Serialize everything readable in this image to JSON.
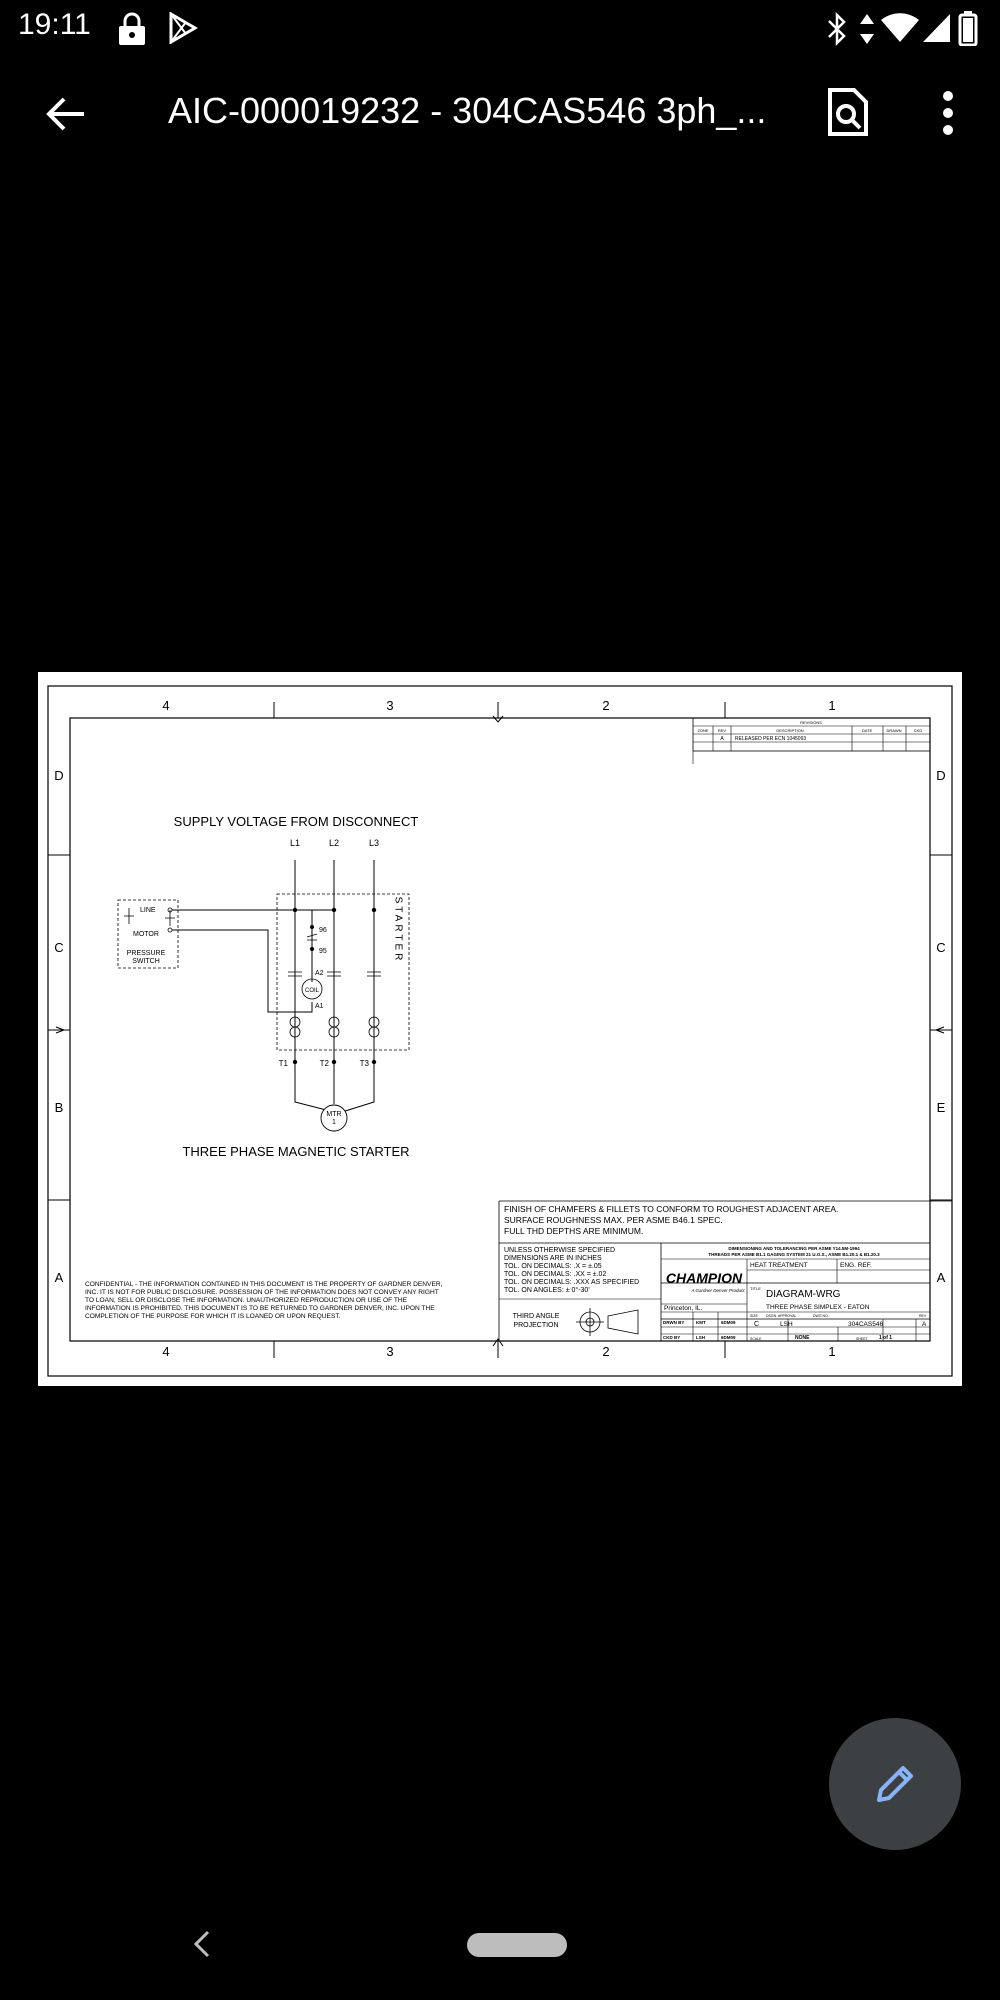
{
  "status_bar": {
    "time": "19:11",
    "icons": [
      "lock-icon",
      "play-store-icon",
      "bluetooth-icon",
      "data-arrows-icon",
      "wifi-icon",
      "cell-signal-icon",
      "battery-icon"
    ]
  },
  "app_bar": {
    "title": "AIC-000019232 - 304CAS546 3ph_...",
    "back_icon": "arrow-back-icon",
    "search_icon": "find-in-page-icon",
    "menu_icon": "more-vert-icon"
  },
  "drawing": {
    "zones_top": [
      "4",
      "3",
      "2",
      "1"
    ],
    "zones_bottom": [
      "4",
      "3",
      "2",
      "1"
    ],
    "rows_left": [
      "D",
      "C",
      "B",
      "A"
    ],
    "rows_right": [
      "D",
      "C",
      "E",
      "A"
    ],
    "revisions": {
      "header": "REVISIONS",
      "columns": [
        "ZONE",
        "REV",
        "DESCRIPTION",
        "DATE",
        "DRAWN",
        "CKD"
      ],
      "row_rev": "A",
      "row_desc": "RELEASED PER ECN 1045093"
    },
    "supply_label": "SUPPLY VOLTAGE FROM DISCONNECT",
    "lines": [
      "L1",
      "L2",
      "L3"
    ],
    "pressure_switch": {
      "line": "LINE",
      "motor": "MOTOR",
      "label1": "PRESSURE",
      "label2": "SWITCH"
    },
    "contacts": {
      "c96": "96",
      "c95": "95",
      "a2": "A2",
      "coil": "COIL",
      "a1": "A1"
    },
    "starter_label": "STARTER",
    "terminals": [
      "T1",
      "T2",
      "T3"
    ],
    "motor": {
      "l1": "MTR",
      "l2": "1"
    },
    "starter_title": "THREE PHASE MAGNETIC STARTER",
    "notes": [
      "FINISH OF CHAMFERS & FILLETS TO CONFORM TO ROUGHEST ADJACENT AREA.",
      "SURFACE ROUGHNESS MAX. PER ASME B46.1 SPEC.",
      "FULL THD DEPTHS ARE MINIMUM."
    ],
    "tolerances": [
      "UNLESS OTHERWISE SPECIFIED",
      "DIMENSIONS ARE IN INCHES",
      "TOL. ON DECIMALS: .X = ±.05",
      "TOL. ON DECIMALS: .XX = ±.02",
      "TOL. ON DECIMALS: .XXX AS SPECIFIED",
      "TOL. ON ANGLES: ± 0°-30'"
    ],
    "projection": [
      "THIRD ANGLE",
      "PROJECTION"
    ],
    "dim_note": [
      "DIMENSIONING AND TOLERANCING PER ASME Y14.5M-1994",
      "THREADS PER ASME B1.1 GAGING SYSTEM 21 U.O.S., ASME B1.20.1 & B1.20.3"
    ],
    "brand": "CHAMPION",
    "brand_sub": "A Gardner Denver Product",
    "location": "Princeton, IL.",
    "heat_treatment": "HEAT TREATMENT",
    "eng_ref": "ENG. REF.",
    "title_label": "TITLE",
    "dwg_title": "DIAGRAM-WRG",
    "dwg_subtitle": "THREE PHASE SIMPLEX - EATON",
    "drwn_by": "DRWN BY",
    "drwn_name": "KMT",
    "drwn_date": "6DM09",
    "ckd_by": "CKD BY",
    "ckd_name": "LSH",
    "ckd_date": "6DM09",
    "size_label": "SIZE",
    "size": "C",
    "approval_label": "DSGN. APPROVAL",
    "approval": "LSH",
    "dwg_no_label": "DWG NO.",
    "dwg_no": "304CAS546",
    "rev_label": "REV",
    "rev": "A",
    "scale_label": "SCALE",
    "scale": "NONE",
    "sheet_label": "SHEET",
    "sheet": "1 of 1",
    "confidential": [
      "CONFIDENTIAL - THE INFORMATION CONTAINED IN THIS DOCUMENT IS THE PROPERTY OF GARDNER DENVER,",
      "INC. IT IS NOT FOR PUBLIC DISCLOSURE.  POSSESSION OF THE INFORMATION DOES NOT CONVEY ANY RIGHT",
      "TO LOAN, SELL OR DISCLOSE THE INFORMATION.  UNAUTHORIZED REPRODUCTION OR USE OF THE",
      "INFORMATION IS  PROHIBITED.  THIS DOCUMENT IS TO BE RETURNED TO GARDNER DENVER, INC. UPON THE",
      "COMPLETION OF THE PURPOSE FOR WHICH IT IS LOANED OR UPON REQUEST."
    ]
  },
  "fab": {
    "icon": "edit-pencil-icon",
    "color": "#8ab4f8"
  },
  "nav": {
    "back_icon": "nav-back-icon"
  }
}
